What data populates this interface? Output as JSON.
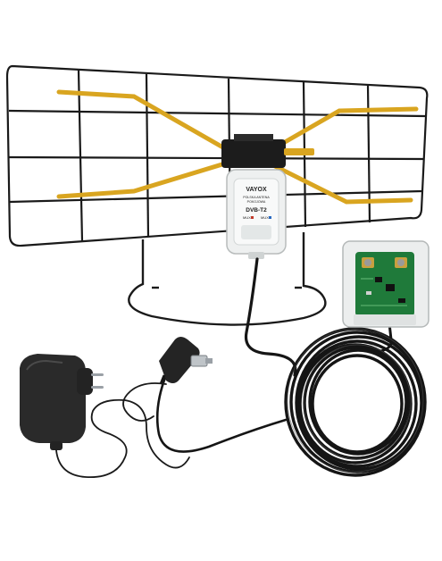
{
  "image": {
    "product": "tv-antenna-kit",
    "colors": {
      "background": "#ffffff",
      "grid_wire": "#1a1a1a",
      "dipole_gold": "#d9a520",
      "housing_white": "#eef0f0",
      "pcb_green": "#1f7a3a",
      "cable_black": "#151515",
      "adapter_black": "#2a2a2a"
    },
    "antenna_label": {
      "brand": "VAYOX",
      "line1": "POLSKA ANTENA",
      "line2": "POKOJOWA",
      "model": "DVB-T2",
      "mux_left": "MUX",
      "mux_right": "MUX"
    }
  }
}
